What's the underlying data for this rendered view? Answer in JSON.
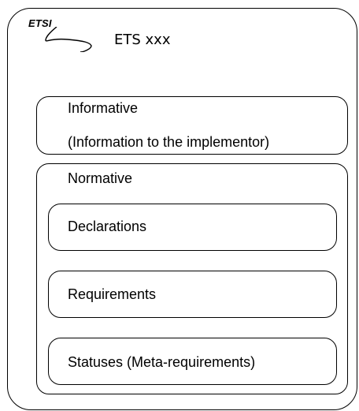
{
  "logo": {
    "text": "ETSI",
    "icon": "etsi-wave-logo"
  },
  "document": {
    "title": "ETS xxx"
  },
  "informative": {
    "label": "Informative",
    "description": "(Information to the implementor)"
  },
  "normative": {
    "label": "Normative",
    "items": [
      {
        "label": "Declarations"
      },
      {
        "label": "Requirements"
      },
      {
        "label": "Statuses (Meta-requirements)"
      }
    ]
  }
}
